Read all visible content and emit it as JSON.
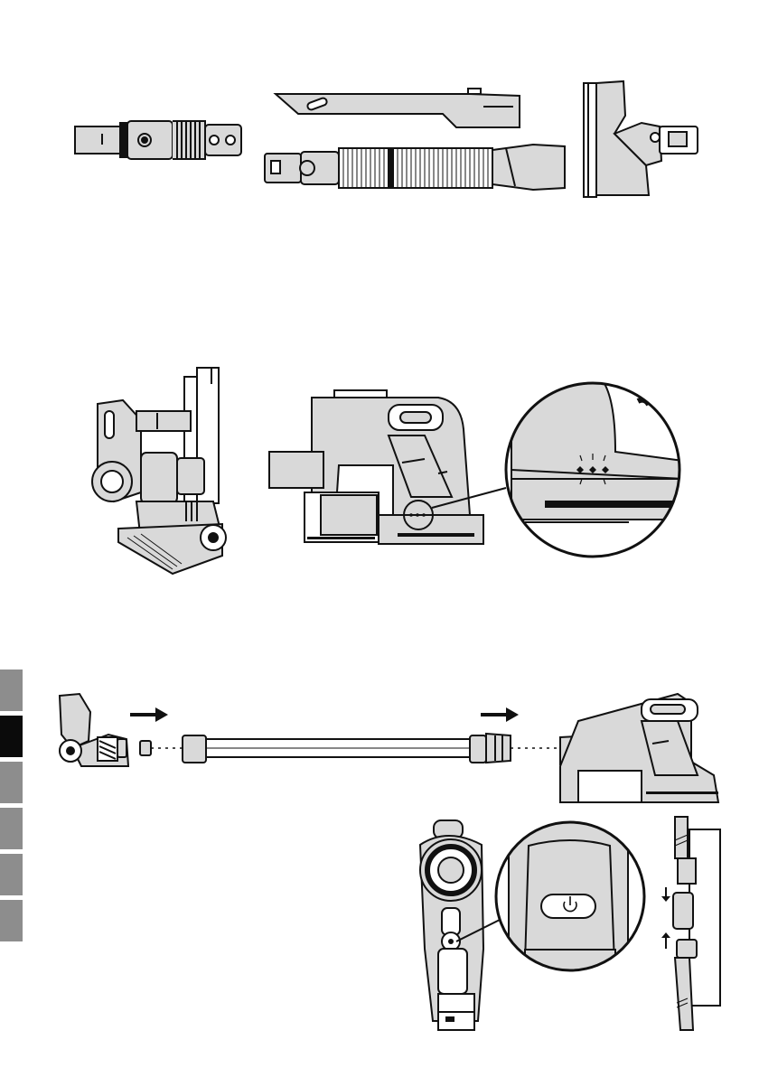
{
  "page": {
    "kind": "vacuum-cleaner-manual-illustration-page",
    "background": "#ffffff",
    "ink": "#111111",
    "fill": "#d9d9d9"
  },
  "side_tabs": {
    "count": 6,
    "active_index": 1,
    "inactive_color": "#8d8d8d",
    "active_color": "#0b0b0b"
  },
  "figures": [
    {
      "id": "accessory-adapter",
      "icon": "adapter-icon"
    },
    {
      "id": "crevice-tool",
      "icon": "crevice-tool-icon"
    },
    {
      "id": "flexible-hose",
      "icon": "hose-icon"
    },
    {
      "id": "mini-brush",
      "icon": "brush-tool-icon"
    },
    {
      "id": "floor-brush-parked",
      "icon": "floor-brush-icon"
    },
    {
      "id": "handheld-unit-side",
      "icon": "handheld-vacuum-icon"
    },
    {
      "id": "battery-led-zoom",
      "icon": "magnifier-icon"
    },
    {
      "id": "assembly-sequence",
      "icon": "assembly-icon"
    },
    {
      "id": "power-button-view",
      "icon": "power-icon"
    },
    {
      "id": "tool-attach",
      "icon": "attach-tool-icon"
    }
  ]
}
